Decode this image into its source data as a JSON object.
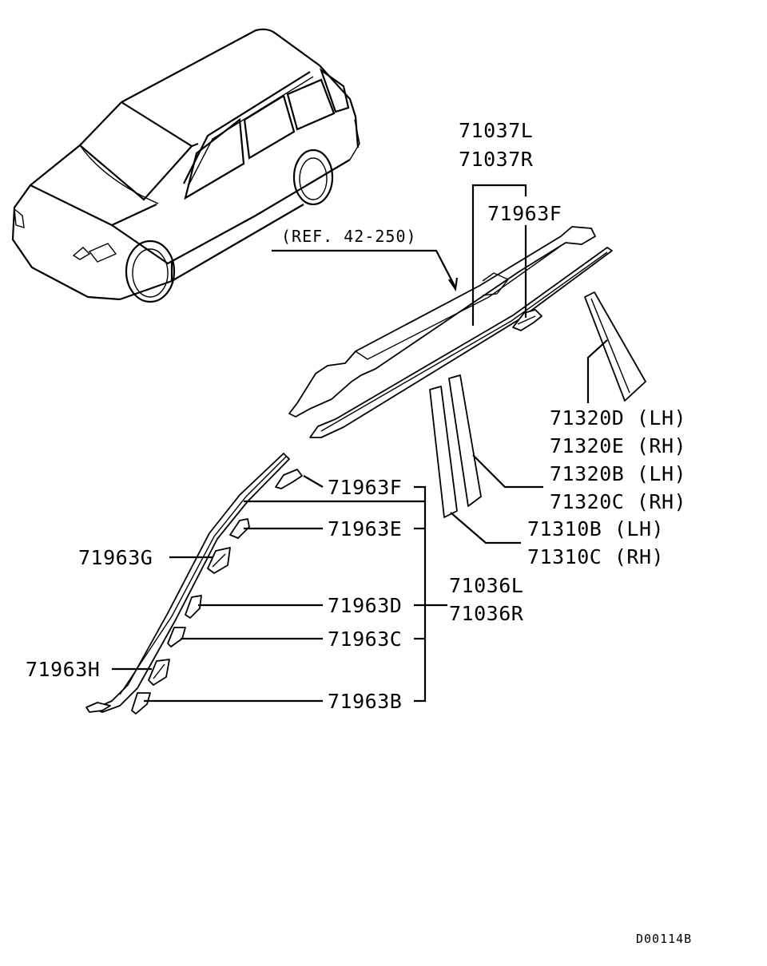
{
  "diagram": {
    "ref_label": "(REF. 42-250)",
    "drawing_code": "D00114B",
    "labels": {
      "p71037": [
        "71037L",
        "71037R"
      ],
      "clip_f_top": "71963F",
      "p71320a": [
        "71320D (LH)",
        "71320E (RH)"
      ],
      "p71320b": [
        "71320B (LH)",
        "71320C (RH)"
      ],
      "p71310": [
        "71310B (LH)",
        "71310C (RH)"
      ],
      "clip_f": "71963F",
      "clip_e": "71963E",
      "clip_g": "71963G",
      "clip_d": "71963D",
      "p71036": [
        "71036L",
        "71036R"
      ],
      "clip_c": "71963C",
      "clip_h": "71963H",
      "clip_b": "71963B"
    }
  }
}
